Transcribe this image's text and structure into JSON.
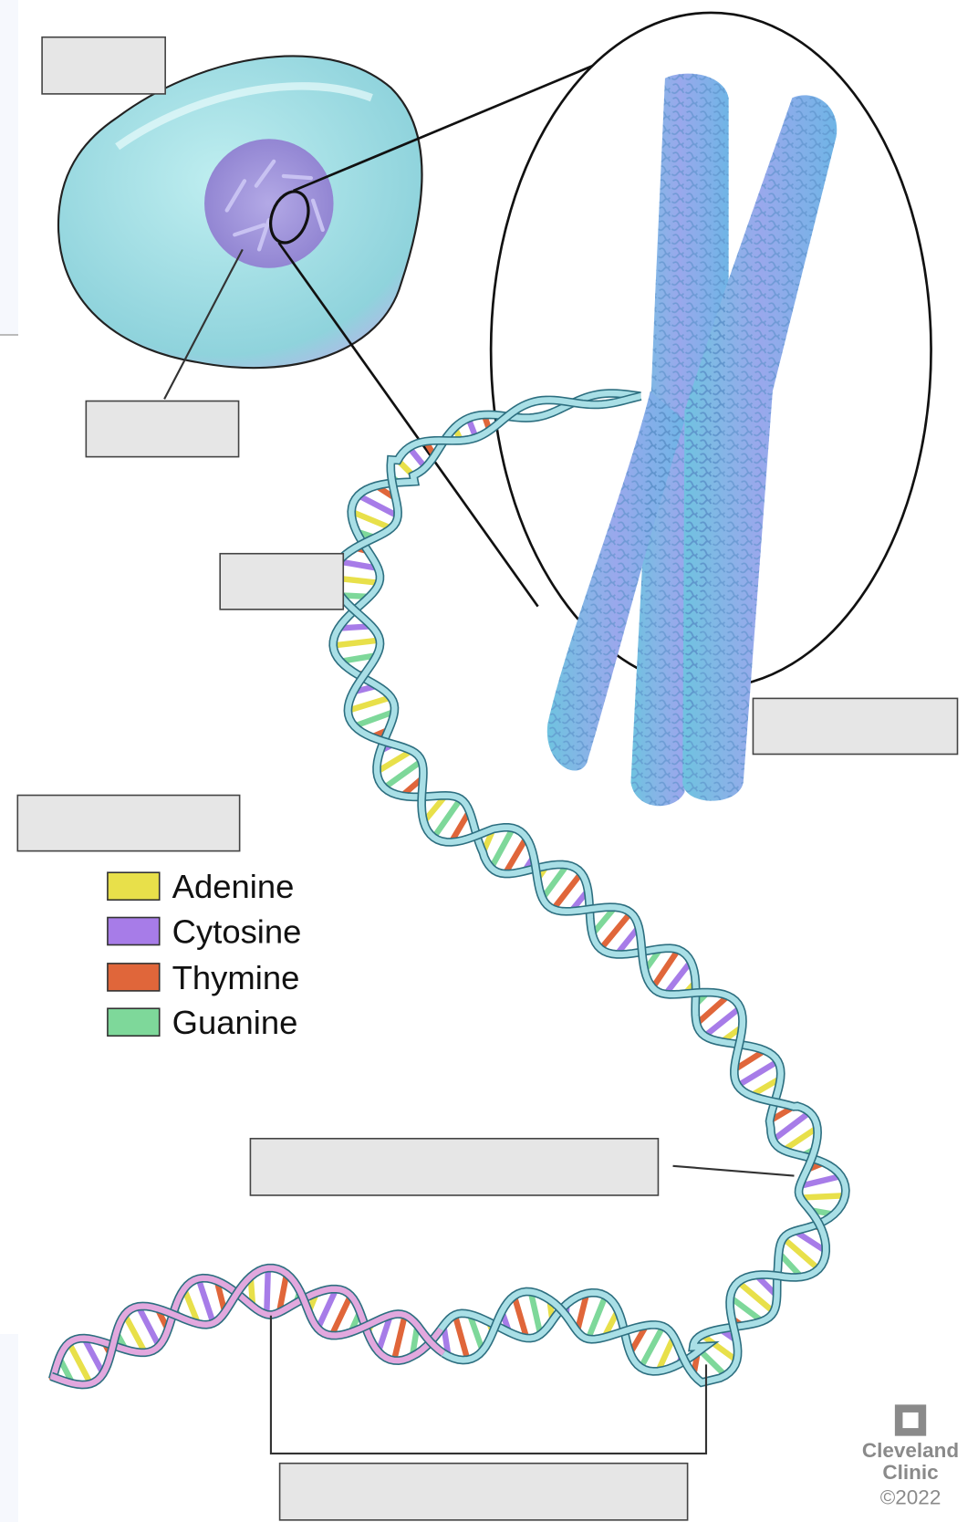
{
  "legend": {
    "items": [
      {
        "label": "Adenine",
        "color": "#e8e04a"
      },
      {
        "label": "Cytosine",
        "color": "#a77ce8"
      },
      {
        "label": "Thymine",
        "color": "#e0663a"
      },
      {
        "label": "Guanine",
        "color": "#7ed89a"
      }
    ]
  },
  "logo": {
    "line1": "Cleveland",
    "line2": "Clinic",
    "copyright": "©2022"
  },
  "colors": {
    "cell": "#a8e0e4",
    "nucleus": "#9b8fd6",
    "chromosome": "#7fb8e8",
    "helix": "#a9dfe6",
    "helix_pink": "#e2a8de",
    "label_box": "#e6e6e6"
  }
}
